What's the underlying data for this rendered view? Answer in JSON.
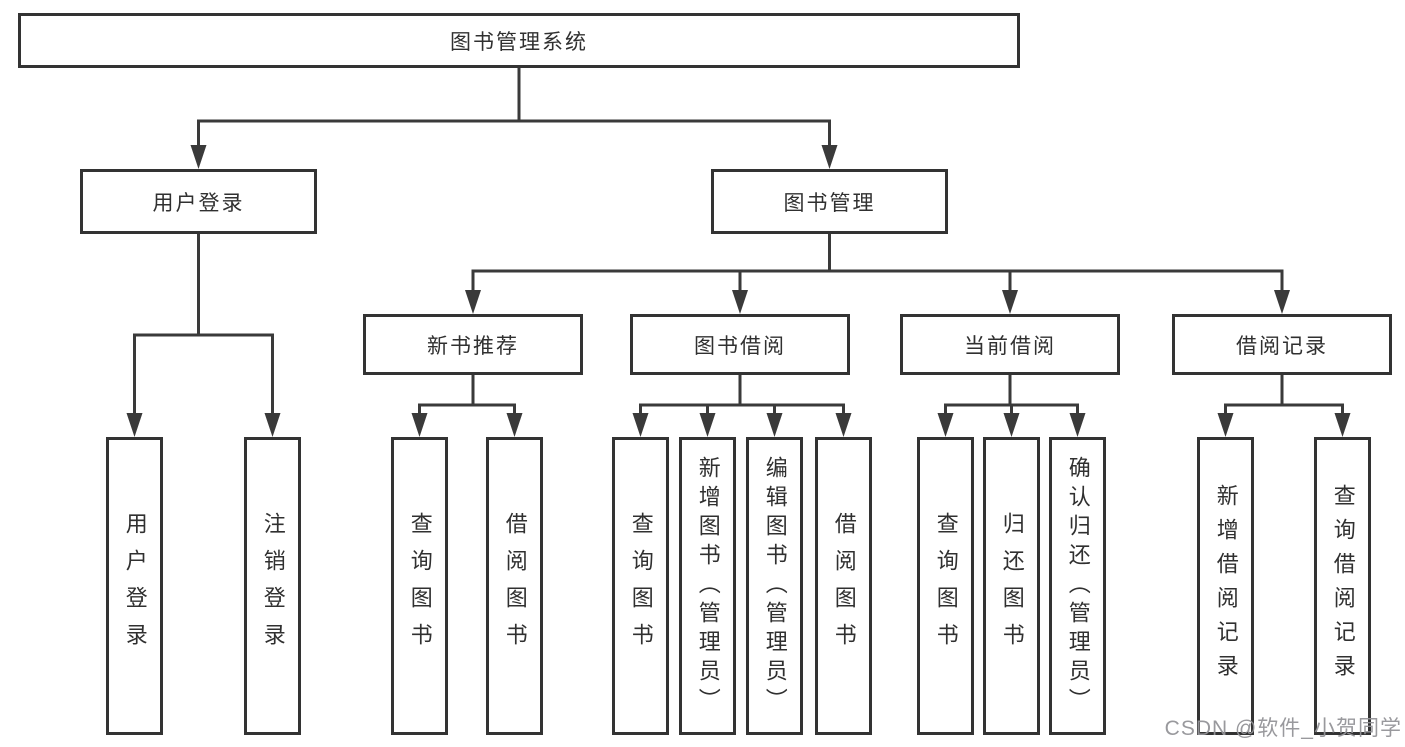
{
  "diagram": {
    "root": "图书管理系统",
    "user_login": {
      "label": "用户登录",
      "children": [
        "用户登录",
        "注销登录"
      ]
    },
    "book_mgmt": {
      "label": "图书管理",
      "modules": [
        {
          "label": "新书推荐",
          "children": [
            "查询图书",
            "借阅图书"
          ]
        },
        {
          "label": "图书借阅",
          "children": [
            "查询图书",
            "新增图书（管理员）",
            "编辑图书（管理员）",
            "借阅图书"
          ]
        },
        {
          "label": "当前借阅",
          "children": [
            "查询图书",
            "归还图书",
            "确认归还（管理员）"
          ]
        },
        {
          "label": "借阅记录",
          "children": [
            "新增借阅记录",
            "查询借阅记录"
          ]
        }
      ]
    },
    "watermark": "CSDN @软件_小贺同学"
  }
}
